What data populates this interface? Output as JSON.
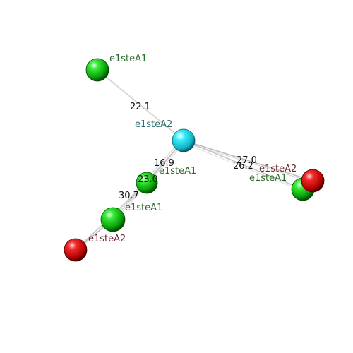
{
  "atoms": [
    {
      "label": "e1steA1",
      "element": "green-sphere-atom",
      "color": "#16c416"
    },
    {
      "label": "e1steA2",
      "element": "cyan-sphere-atom",
      "color": "#22d8e8"
    },
    {
      "label": "e1steA1",
      "element": "green-sphere-atom",
      "color": "#16c416"
    },
    {
      "label": "e1steA1",
      "element": "green-sphere-atom",
      "color": "#16c416"
    },
    {
      "label": "e1steA2",
      "element": "red-sphere-atom",
      "color": "#e01010"
    },
    {
      "label": "e1steA2",
      "element": "red-sphere-atom",
      "color": "#e01010"
    },
    {
      "label": "e1steA1",
      "element": "green-sphere-atom",
      "color": "#16c416"
    }
  ],
  "distances": [
    "22.1",
    "16.9",
    "23.0",
    "30.7",
    "27.0",
    "26.2"
  ],
  "colors": {
    "bond": "#c8c8c8",
    "label_green": "#2e6b2e",
    "label_cyan": "#2a6f6f",
    "label_red": "#6b2a2a",
    "distance_text": "#111111"
  }
}
